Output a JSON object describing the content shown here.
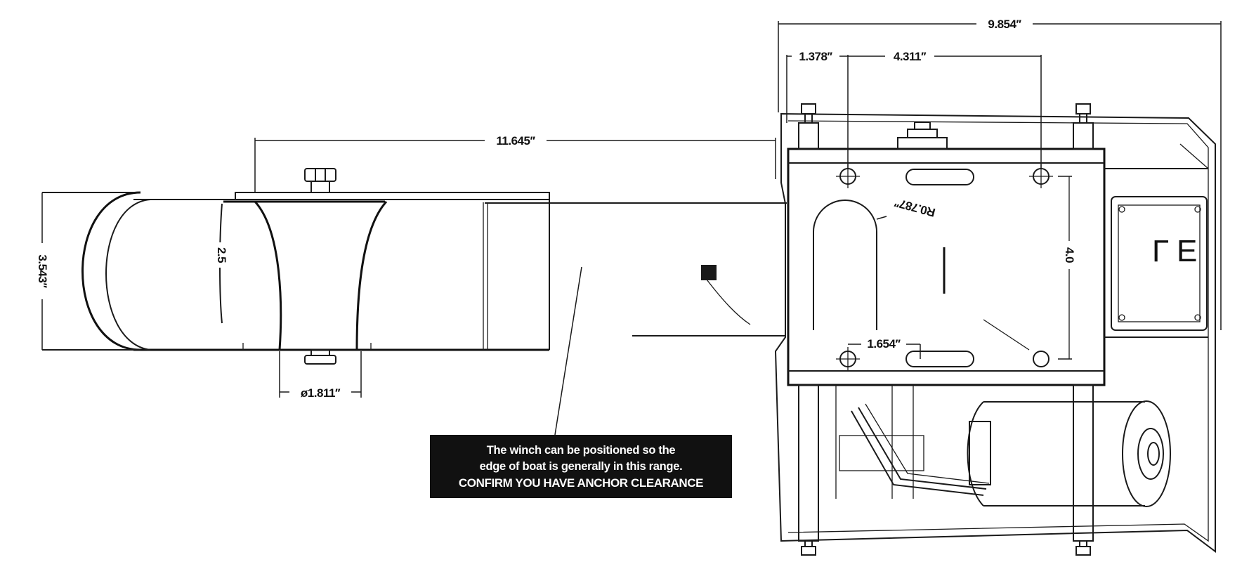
{
  "dimensions": {
    "overall_width": "9.854′′",
    "offset_left": "1.378′′",
    "hole_spacing_top": "4.311′′",
    "span_length": "11.645′′",
    "roller_height": "3.543′′",
    "roller_inner": "2.5",
    "roller_diameter": "ø1.811′′",
    "slot_radius": "R0.787′′",
    "plate_height": "4.0",
    "hole_spacing_bottom": "1.654′′"
  },
  "housing_label": "Г E",
  "note": {
    "line1": "The winch can be positioned so the",
    "line2": "edge of boat is generally in this range.",
    "line3": "CONFIRM YOU HAVE ANCHOR CLEARANCE"
  }
}
